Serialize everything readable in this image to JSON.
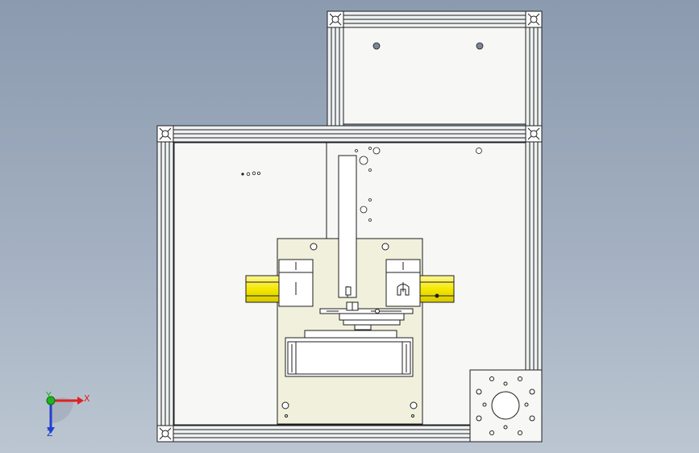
{
  "viewport": {
    "background_top": "#8b9aaf",
    "background_bottom": "#bcc6d2"
  },
  "colors": {
    "frame": "#e8ecee",
    "line": "#1e1e1e",
    "panel": "#f6f6f4",
    "base_plate": "#f1f0dc",
    "rail": "#f4e800",
    "axis_x": "#e02020",
    "axis_y": "#1fb31f",
    "axis_z": "#2040d0"
  },
  "triad": {
    "x_label": "X",
    "y_label": "Y",
    "z_label": "Z"
  }
}
